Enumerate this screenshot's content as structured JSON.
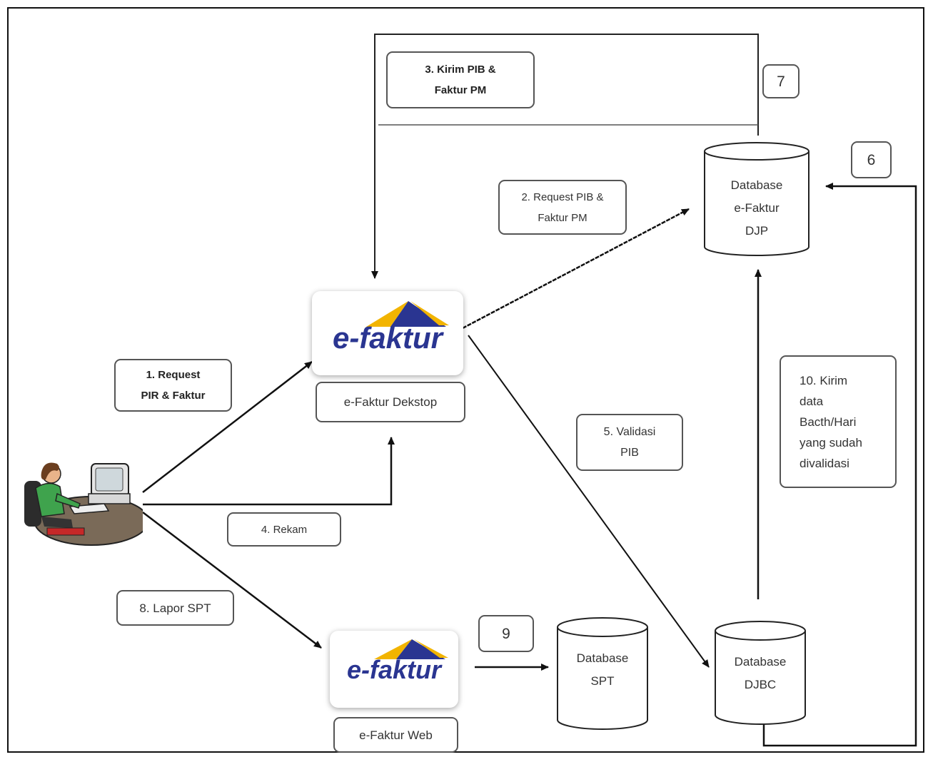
{
  "boxes": {
    "step1": "1. Request\nPIR & Faktur",
    "step2": "2. Request PIB &\nFaktur PM",
    "step3": "3. Kirim PIB &\nFaktur PM",
    "step4": "4. Rekam",
    "step5": "5. Validasi\nPIB",
    "step6": "6",
    "step7": "7",
    "step8": "8. Lapor SPT",
    "step9": "9",
    "step10": "10. Kirim\ndata\nBacth/Hari\nyang sudah\ndivalidasi"
  },
  "systems": {
    "desktop_logo": "e-faktur",
    "desktop_label": "e-Faktur Dekstop",
    "web_logo": "e-faktur",
    "web_label": "e-Faktur Web"
  },
  "databases": {
    "efaktur": "Database\ne-Faktur\nDJP",
    "spt": "Database\nSPT",
    "djbc": "Database\nDJBC"
  },
  "colors": {
    "logo_text": "#2a3591",
    "logo_yellow": "#f2b400",
    "logo_blue": "#2a3591",
    "line": "#111111",
    "person_shirt": "#3fa34d"
  }
}
